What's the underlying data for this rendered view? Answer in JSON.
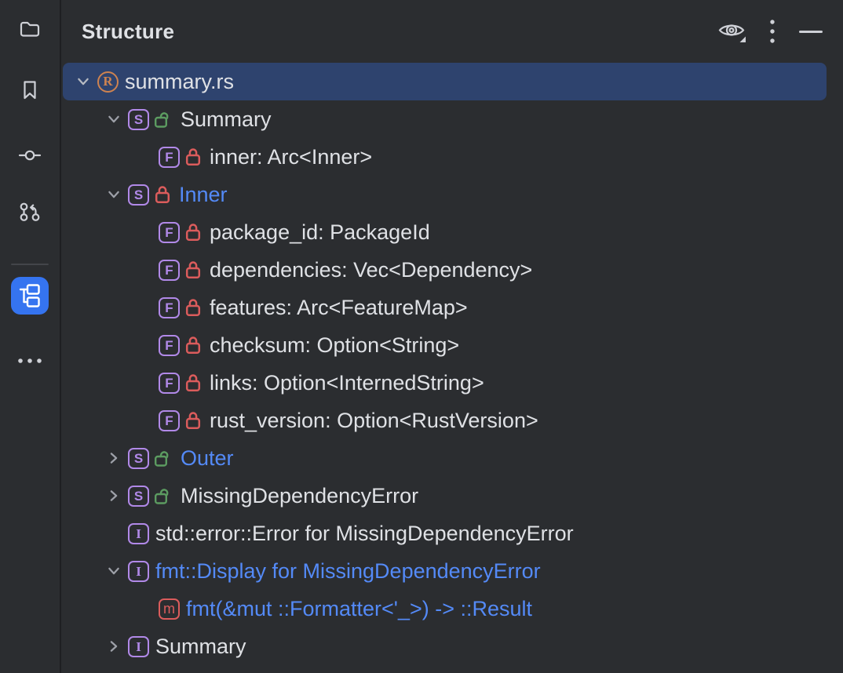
{
  "panel": {
    "title": "Structure"
  },
  "glyphs": {
    "struct": "S",
    "field": "F",
    "interface": "I",
    "method": "m",
    "rust": "R"
  },
  "colors": {
    "background": "#2B2D30",
    "stripe_divider": "#1E1F22",
    "selection": "#2E436E",
    "text": "#DFE1E5",
    "accent_text": "#548AF7",
    "type_icon_purple": "#B189E8",
    "method_icon_red": "#DB5C5C",
    "lock_private_red": "#DB5C5C",
    "lock_public_green": "#5C9C61",
    "active_tool_button_blue": "#3574F0",
    "rust_icon_orange": "#CE8350",
    "toolbar_icon_gray": "#CED0D6"
  },
  "sidebar": {
    "items": [
      {
        "name": "project",
        "icon": "folder-icon",
        "active": false
      },
      {
        "name": "bookmarks",
        "icon": "bookmark-icon",
        "active": false
      },
      {
        "name": "commit",
        "icon": "commit-icon",
        "active": false
      },
      {
        "name": "pull-requests",
        "icon": "pull-request-icon",
        "active": false
      },
      {
        "name": "structure",
        "icon": "structure-icon",
        "active": true
      },
      {
        "name": "more-tool-windows",
        "icon": "ellipsis-icon",
        "active": false
      }
    ]
  },
  "header": {
    "actions": [
      {
        "name": "view-options",
        "icon": "eye-icon"
      },
      {
        "name": "options-menu",
        "icon": "kebab-menu-icon"
      },
      {
        "name": "hide-tool-window",
        "icon": "minimize-dash-icon"
      }
    ]
  },
  "tree": {
    "rows": [
      {
        "level": 0,
        "chevron": "down",
        "icon": "rust-file",
        "lock": "none",
        "accent": false,
        "selected": true,
        "label": "summary.rs"
      },
      {
        "level": 1,
        "chevron": "down",
        "icon": "struct",
        "lock": "open",
        "accent": false,
        "selected": false,
        "label": "Summary"
      },
      {
        "level": 2,
        "chevron": "none",
        "icon": "field",
        "lock": "closed",
        "accent": false,
        "selected": false,
        "label": "inner: Arc<Inner>"
      },
      {
        "level": 1,
        "chevron": "down",
        "icon": "struct",
        "lock": "closed",
        "accent": true,
        "selected": false,
        "label": "Inner"
      },
      {
        "level": 2,
        "chevron": "none",
        "icon": "field",
        "lock": "closed",
        "accent": false,
        "selected": false,
        "label": "package_id: PackageId"
      },
      {
        "level": 2,
        "chevron": "none",
        "icon": "field",
        "lock": "closed",
        "accent": false,
        "selected": false,
        "label": "dependencies: Vec<Dependency>"
      },
      {
        "level": 2,
        "chevron": "none",
        "icon": "field",
        "lock": "closed",
        "accent": false,
        "selected": false,
        "label": "features: Arc<FeatureMap>"
      },
      {
        "level": 2,
        "chevron": "none",
        "icon": "field",
        "lock": "closed",
        "accent": false,
        "selected": false,
        "label": "checksum: Option<String>"
      },
      {
        "level": 2,
        "chevron": "none",
        "icon": "field",
        "lock": "closed",
        "accent": false,
        "selected": false,
        "label": "links: Option<InternedString>"
      },
      {
        "level": 2,
        "chevron": "none",
        "icon": "field",
        "lock": "closed",
        "accent": false,
        "selected": false,
        "label": "rust_version: Option<RustVersion>"
      },
      {
        "level": 1,
        "chevron": "right",
        "icon": "struct",
        "lock": "open",
        "accent": true,
        "selected": false,
        "label": "Outer"
      },
      {
        "level": 1,
        "chevron": "right",
        "icon": "struct",
        "lock": "open",
        "accent": false,
        "selected": false,
        "label": "MissingDependencyError"
      },
      {
        "level": 1,
        "chevron": "none",
        "icon": "interface",
        "lock": "none",
        "accent": false,
        "selected": false,
        "label": "std::error::Error for MissingDependencyError"
      },
      {
        "level": 1,
        "chevron": "down",
        "icon": "interface",
        "lock": "none",
        "accent": true,
        "selected": false,
        "label": "fmt::Display for MissingDependencyError"
      },
      {
        "level": 2,
        "chevron": "none",
        "icon": "method",
        "lock": "none",
        "accent": true,
        "selected": false,
        "label": "fmt(&mut ::Formatter<'_>) -> ::Result"
      },
      {
        "level": 1,
        "chevron": "right",
        "icon": "interface",
        "lock": "none",
        "accent": false,
        "selected": false,
        "label": "Summary"
      }
    ]
  }
}
